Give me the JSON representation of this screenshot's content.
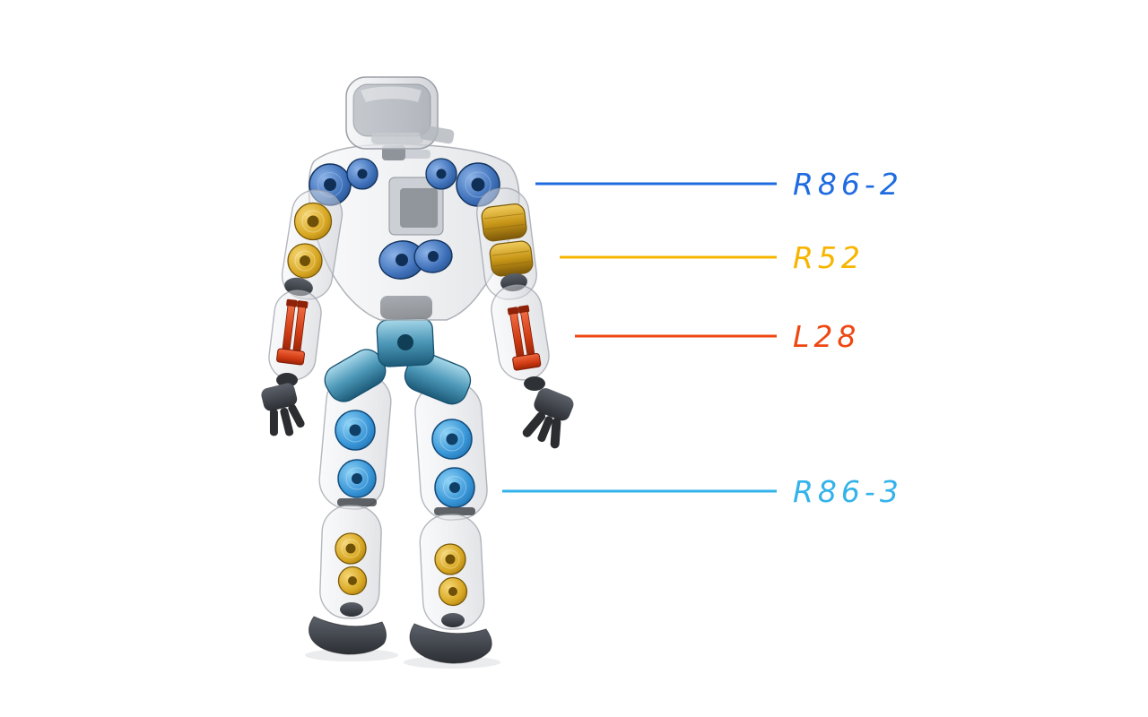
{
  "page": {
    "background": "#ffffff"
  },
  "annotations": [
    {
      "label": "R86-2",
      "color": "#1f6be0"
    },
    {
      "label": "R52",
      "color": "#f7b500"
    },
    {
      "label": "L28",
      "color": "#ee4712"
    },
    {
      "label": "R86-3",
      "color": "#33b3ea"
    }
  ]
}
